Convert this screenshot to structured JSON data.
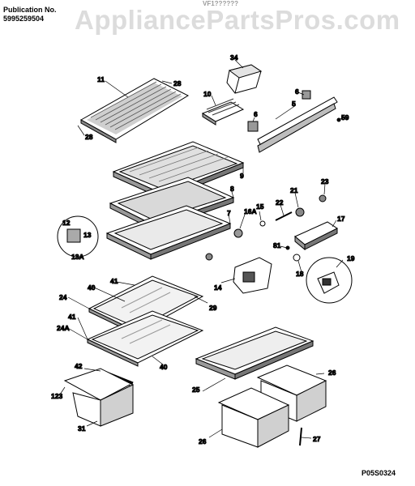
{
  "header": {
    "publication_label": "Publication No.",
    "publication_number": "5995259504",
    "model_text": "VF1??????"
  },
  "watermark": "AppliancePartsPros.com",
  "callouts": {
    "c11": "11",
    "c28a": "28",
    "c28b": "28",
    "c34": "34",
    "c10": "10",
    "c6a": "6",
    "c6b": "6",
    "c5": "5",
    "c59": "59",
    "c9": "9",
    "c8": "8",
    "c7": "7",
    "c23": "23",
    "c21": "21",
    "c22": "22",
    "c15": "15",
    "c16a": "16A",
    "c17": "17",
    "c12": "12",
    "c13": "13",
    "c13a": "13A",
    "c81": "81",
    "c19": "19",
    "c18": "18",
    "c14": "14",
    "c40a": "40",
    "c41a": "41",
    "c24": "24",
    "c29": "29",
    "c41b": "41",
    "c24a": "24A",
    "c40b": "40",
    "c42": "42",
    "c123": "123",
    "c25": "25",
    "c26a": "26",
    "c26b": "26",
    "c31": "31",
    "c27": "27"
  },
  "footer_code": "P05S0324"
}
